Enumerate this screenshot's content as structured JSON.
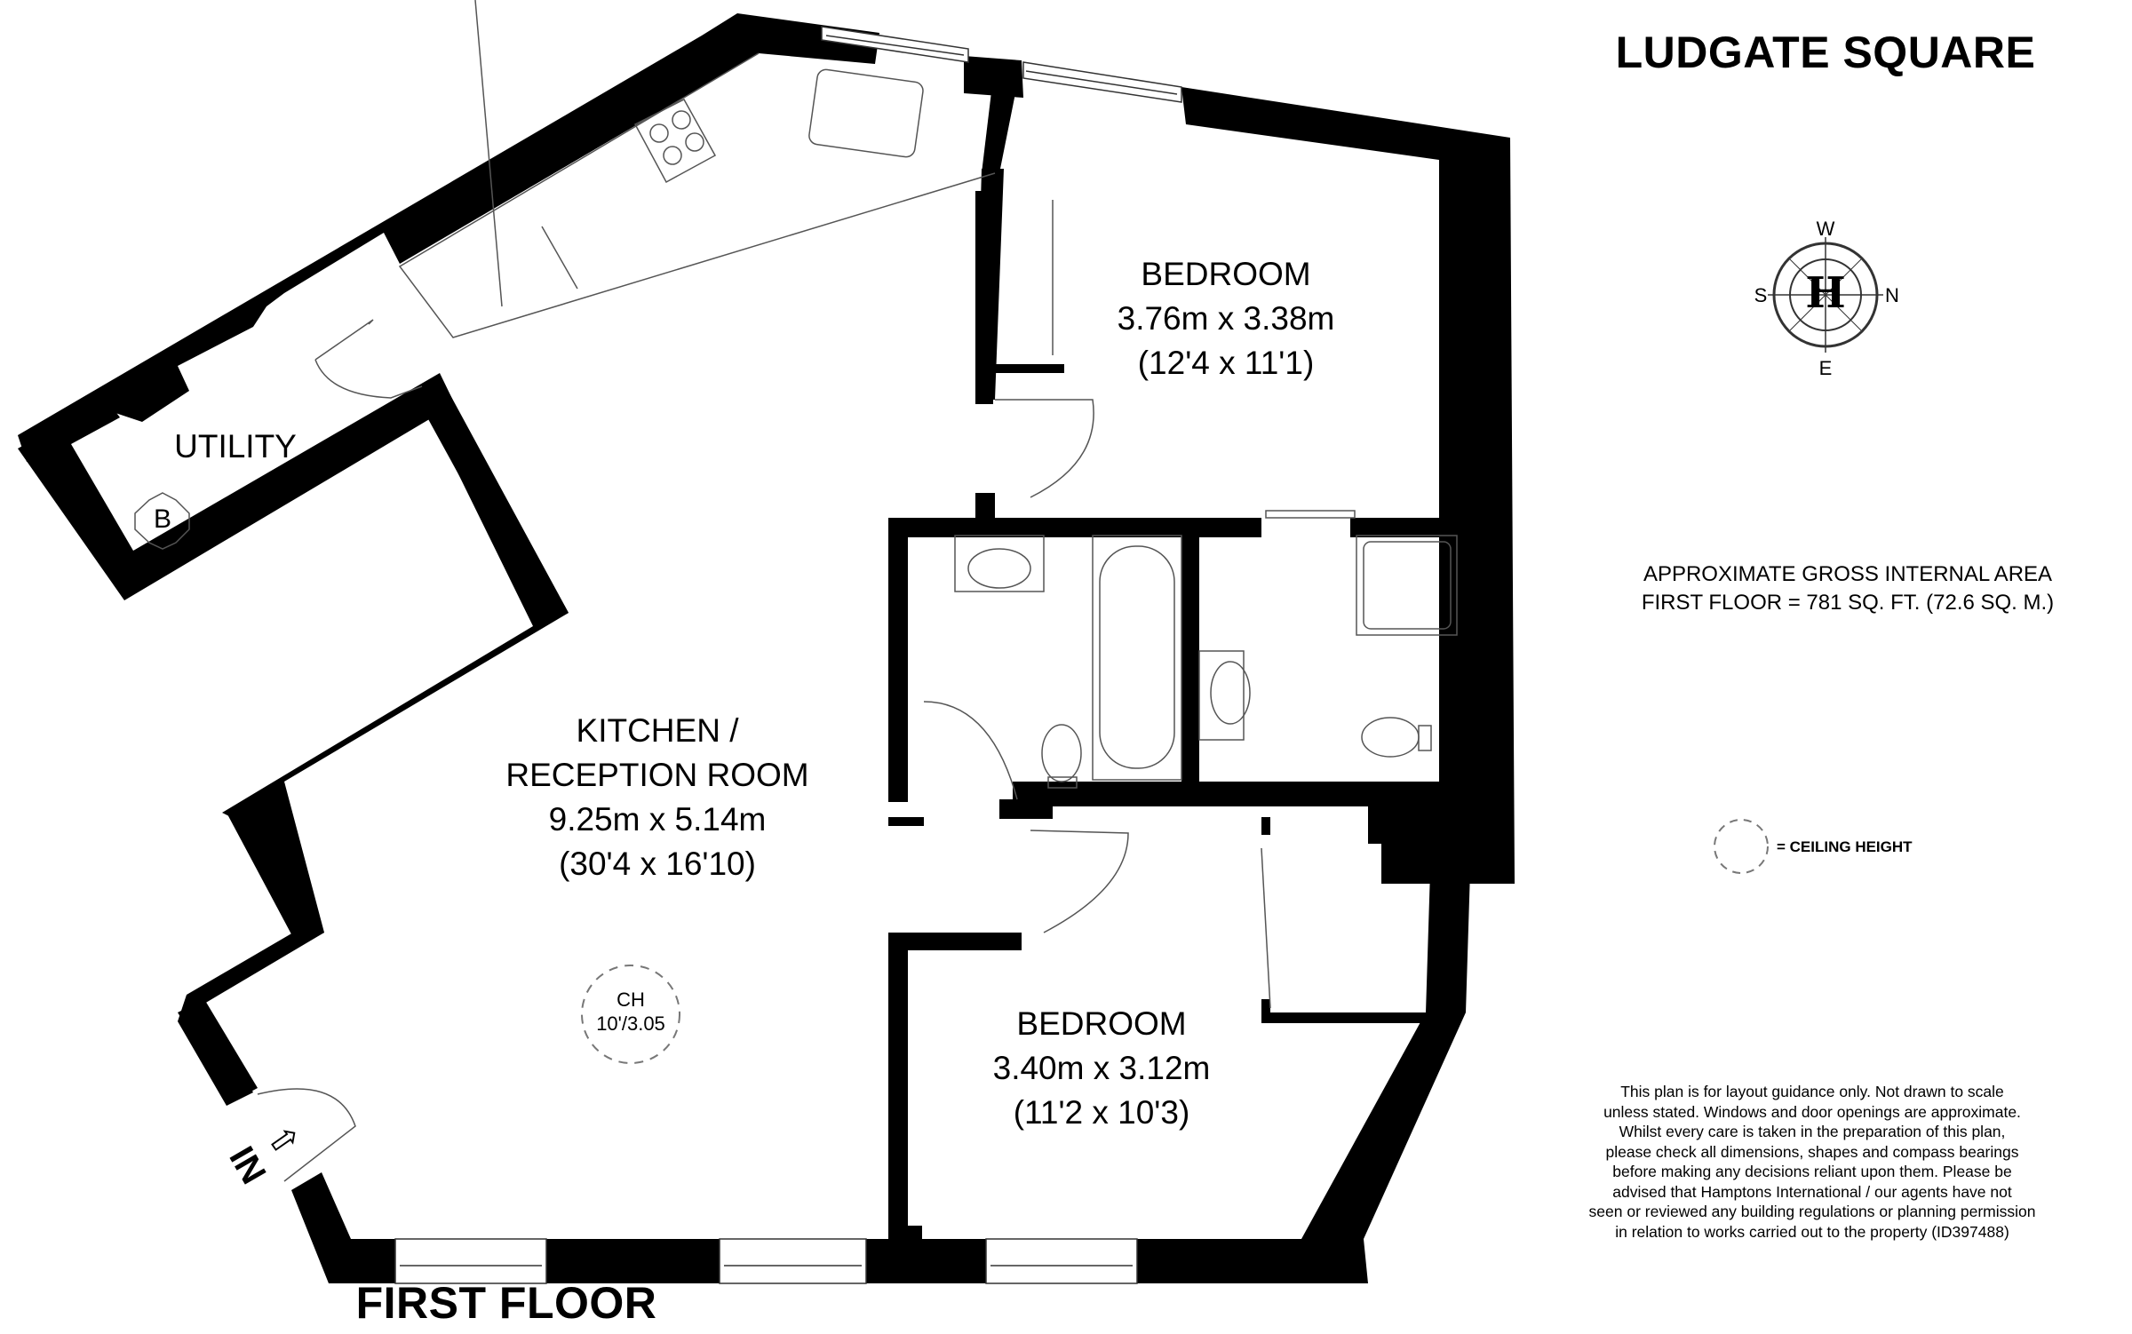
{
  "header": {
    "property_name": "LUDGATE SQUARE",
    "floor_label": "FIRST FLOOR"
  },
  "rooms": [
    {
      "name": "KITCHEN /",
      "name_line2": "RECEPTION ROOM",
      "metric": "9.25m x 5.14m",
      "imperial": "(30'4 x 16'10)"
    },
    {
      "name": "BEDROOM",
      "metric": "3.76m x 3.38m",
      "imperial": "(12'4 x 11'1)"
    },
    {
      "name": "BEDROOM",
      "metric": "3.40m x 3.12m",
      "imperial": "(11'2 x 10'3)"
    },
    {
      "name": "UTILITY"
    }
  ],
  "symbols": {
    "boiler": "B",
    "ceiling_height_tag": "CH",
    "ceiling_height_value": "10'/3.05",
    "entrance": "IN"
  },
  "compass": {
    "top": "W",
    "bottom": "E",
    "left": "S",
    "right": "N",
    "emblem": "H"
  },
  "area": {
    "line1": "APPROXIMATE GROSS INTERNAL AREA",
    "line2": "FIRST FLOOR  = 781 SQ. FT. (72.6 SQ. M.)"
  },
  "legend": {
    "ceiling_height": "=  CEILING HEIGHT"
  },
  "disclaimer": {
    "lines": [
      "This plan is for layout guidance only. Not drawn to scale",
      "unless stated. Windows and door openings are approximate.",
      "Whilst every care is taken in the preparation of this plan,",
      "please check all dimensions, shapes and compass bearings",
      "before making any decisions reliant upon them. Please be",
      "advised that Hamptons International / our agents have not",
      "seen or reviewed any building regulations or planning permission",
      "in relation to works carried out to the property (ID397488)"
    ]
  },
  "colors": {
    "wall": "#000000",
    "background": "#ffffff",
    "fixture_line": "#555555"
  }
}
